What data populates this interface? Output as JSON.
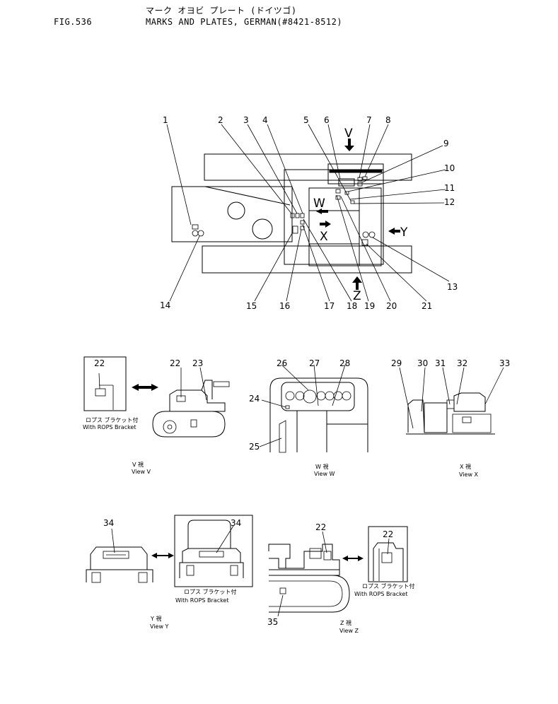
{
  "header": {
    "fig_label": "FIG.536",
    "title_jp": "マーク オヨビ プレート (ドイツゴ)",
    "title_en": "MARKS AND PLATES, GERMAN(#8421-8512)"
  },
  "callouts": [
    "1",
    "2",
    "3",
    "4",
    "5",
    "6",
    "7",
    "8",
    "9",
    "10",
    "11",
    "12",
    "13",
    "14",
    "15",
    "16",
    "17",
    "18",
    "19",
    "20",
    "21",
    "22",
    "23",
    "24",
    "25",
    "26",
    "27",
    "28",
    "29",
    "30",
    "31",
    "32",
    "33",
    "34",
    "35"
  ],
  "view_letters": {
    "v": "V",
    "w": "W",
    "x": "X",
    "y": "Y",
    "z": "Z"
  },
  "views": {
    "v": {
      "jp": "V 視",
      "en": "View V"
    },
    "w": {
      "jp": "W 視",
      "en": "View W"
    },
    "x": {
      "jp": "X 視",
      "en": "View X"
    },
    "y": {
      "jp": "Y 視",
      "en": "View Y"
    },
    "z": {
      "jp": "Z 視",
      "en": "View Z"
    }
  },
  "rops": {
    "jp": "ロプス ブラケット付",
    "en": "With ROPS Bracket"
  }
}
